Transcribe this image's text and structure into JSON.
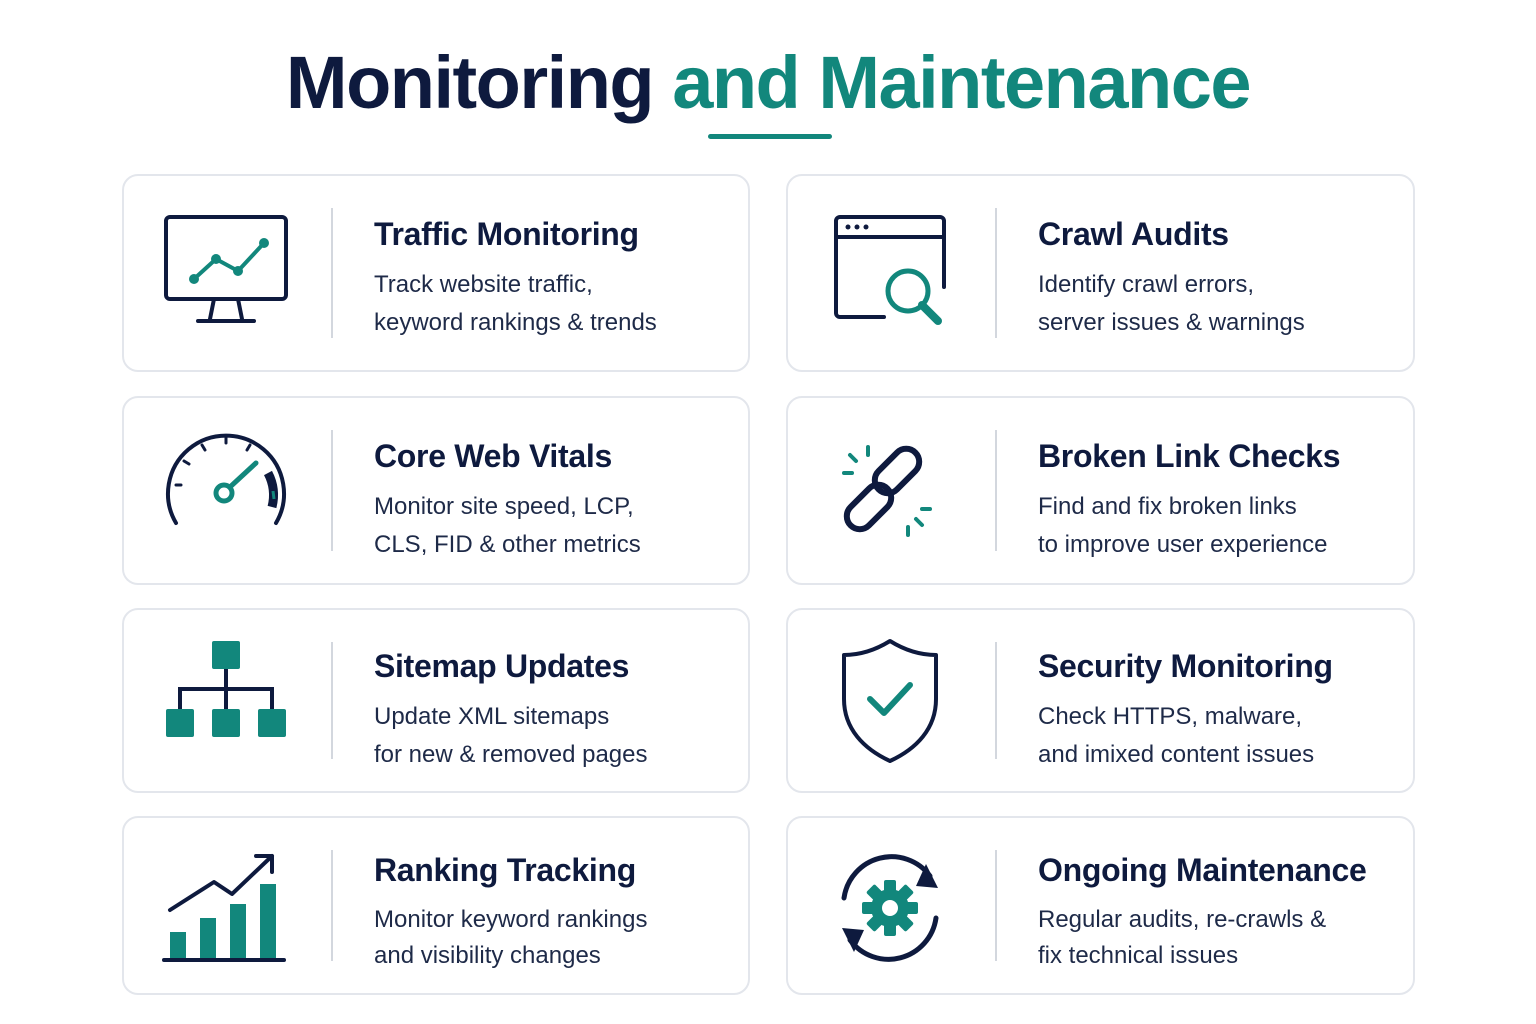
{
  "header": {
    "title_part1": "Monitoring",
    "title_part2": "and Maintenance"
  },
  "colors": {
    "navy": "#0e1a3e",
    "teal": "#12877c",
    "border": "#e3e6ec"
  },
  "cards": [
    {
      "icon": "monitor-chart-icon",
      "title": "Traffic Monitoring",
      "line1": "Track website traffic,",
      "line2": "keyword rankings & trends"
    },
    {
      "icon": "browser-search-icon",
      "title": "Crawl Audits",
      "line1": "Identify crawl errors,",
      "line2": "server issues & warnings"
    },
    {
      "icon": "speedometer-icon",
      "title": "Core Web Vitals",
      "line1": "Monitor site speed, LCP,",
      "line2": "CLS, FID & other metrics"
    },
    {
      "icon": "broken-link-icon",
      "title": "Broken Link Checks",
      "line1": "Find and fix broken links",
      "line2": "to improve user experience"
    },
    {
      "icon": "sitemap-icon",
      "title": "Sitemap Updates",
      "line1": "Update XML sitemaps",
      "line2": "for new & removed pages"
    },
    {
      "icon": "shield-check-icon",
      "title": "Security Monitoring",
      "line1": "Check HTTPS, malware,",
      "line2": "and imixed content issues"
    },
    {
      "icon": "bar-chart-trend-icon",
      "title": "Ranking Tracking",
      "line1": "Monitor keyword rankings",
      "line2": "and visibility changes"
    },
    {
      "icon": "gear-refresh-icon",
      "title": "Ongoing Maintenance",
      "line1": "Regular audits, re-crawls &",
      "line2": "fix technical issues"
    }
  ]
}
